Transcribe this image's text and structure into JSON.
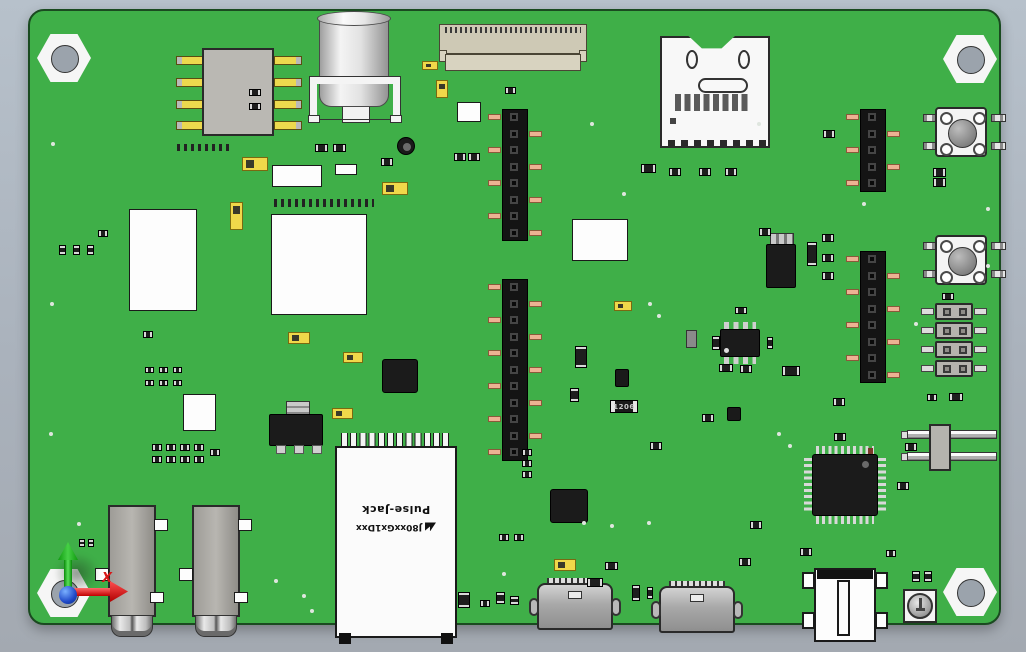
{
  "viewport": {
    "description": "3D CAD render of a green printed circuit board seen from above",
    "background": "gray-blue gradient"
  },
  "colors": {
    "board_green": "#3faf48",
    "board_edge": "#1a4a20",
    "background_top": "#b7c1cb",
    "background_bottom": "#a3a9b1",
    "axis_x": "#d81818",
    "axis_y": "#22b422",
    "axis_origin": "#1f49c8"
  },
  "labels": {
    "ethernet_brand": "Pulse-Jack",
    "ethernet_part": "J80xxGx1Dxx",
    "resistor_code": "1206",
    "axis_x": "X"
  },
  "components": {
    "mounting_holes": 4,
    "tactile_buttons": 2,
    "audio_jacks": 2,
    "usb_connectors": 2,
    "jumper_shunts": 4,
    "female_header_strips": 4,
    "connectors": [
      "rj45-ethernet-jack",
      "microsd-card-slot",
      "ffc-ribbon-connector",
      "rf-coax-connector",
      "power-connector",
      "long-pin-header"
    ],
    "ics": [
      "qfp-48",
      "soic-8",
      "sot-223-regulator",
      "qfn",
      "dpak-transistor",
      "ethernet-transformer"
    ]
  }
}
